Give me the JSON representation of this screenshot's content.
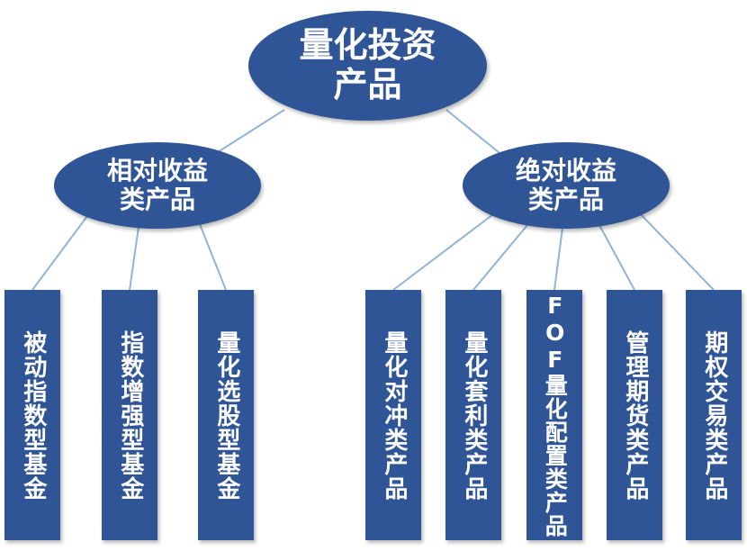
{
  "root": {
    "line1": "量化投资",
    "line2": "产品"
  },
  "relative": {
    "line1": "相对收益",
    "line2": "类产品"
  },
  "absolute": {
    "line1": "绝对收益",
    "line2": "类产品"
  },
  "relative_children": [
    {
      "label": "被动指数型基金"
    },
    {
      "label": "指数增强型基金"
    },
    {
      "label": "量化选股型基金"
    }
  ],
  "absolute_children": [
    {
      "label": "量化对冲类产品"
    },
    {
      "label": "量化套利类产品"
    },
    {
      "label": "FOF量化配置类产品"
    },
    {
      "label": "管理期货类产品"
    },
    {
      "label": "期权交易类产品"
    }
  ],
  "colors": {
    "node_fill": "#2f5597",
    "connector": "#8fb4d8",
    "text": "#ffffff"
  }
}
